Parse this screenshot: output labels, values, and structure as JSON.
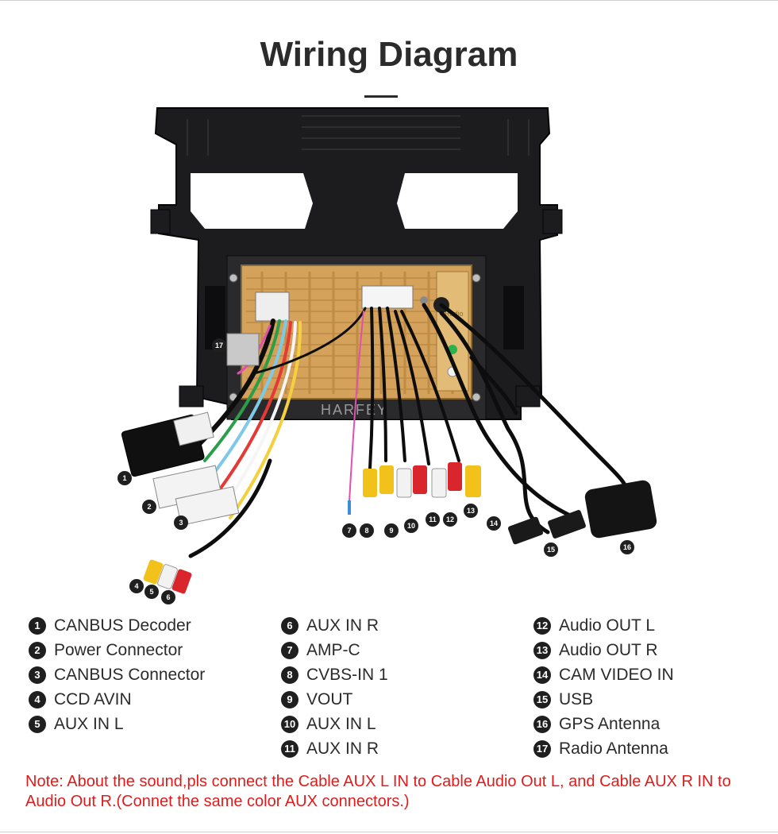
{
  "title": "Wiring Diagram",
  "brand_watermark": "HARFEY",
  "radio_label": "Radio",
  "callouts": [
    "1",
    "2",
    "3",
    "4",
    "5",
    "6",
    "7",
    "8",
    "9",
    "10",
    "11",
    "12",
    "13",
    "14",
    "15",
    "16",
    "17"
  ],
  "legend": {
    "col1": [
      {
        "num": "1",
        "label": "CANBUS Decoder"
      },
      {
        "num": "2",
        "label": "Power Connector"
      },
      {
        "num": "3",
        "label": "CANBUS Connector"
      },
      {
        "num": "4",
        "label": "CCD AVIN"
      },
      {
        "num": "5",
        "label": "AUX IN L"
      }
    ],
    "col2": [
      {
        "num": "6",
        "label": "AUX IN R"
      },
      {
        "num": "7",
        "label": "AMP-C"
      },
      {
        "num": "8",
        "label": "CVBS-IN 1"
      },
      {
        "num": "9",
        "label": "VOUT"
      },
      {
        "num": "10",
        "label": "AUX IN L"
      },
      {
        "num": "11",
        "label": "AUX IN R"
      }
    ],
    "col3": [
      {
        "num": "12",
        "label": "Audio OUT L"
      },
      {
        "num": "13",
        "label": "Audio OUT R"
      },
      {
        "num": "14",
        "label": "CAM VIDEO IN"
      },
      {
        "num": "15",
        "label": "USB"
      },
      {
        "num": "16",
        "label": "GPS Antenna"
      },
      {
        "num": "17",
        "label": "Radio Antenna"
      }
    ]
  },
  "note": "Note: About the sound,pls connect the Cable AUX L IN to Cable Audio Out L, and Cable AUX R IN to Audio Out R.(Connet the same color AUX connectors.)",
  "colors": {
    "frame": "#1c1c1e",
    "gold_unit": "#d4a25a",
    "note_red": "#e01b1b",
    "rca_yellow": "#f2c21a",
    "rca_red": "#d9262c",
    "rca_white": "#f2f2f2"
  }
}
